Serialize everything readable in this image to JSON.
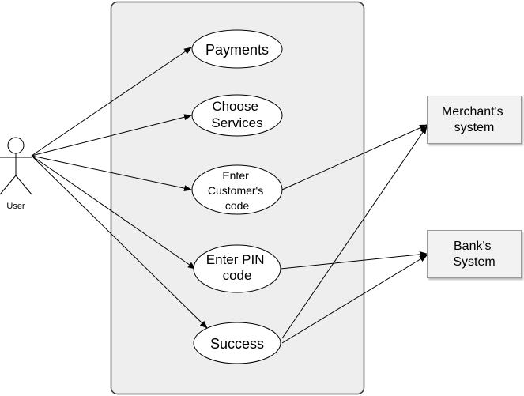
{
  "actors": {
    "user": {
      "label": "User"
    }
  },
  "use_cases": {
    "payments": {
      "lines": [
        "Payments"
      ]
    },
    "choose_services": {
      "lines": [
        "Choose",
        "Services"
      ]
    },
    "enter_customer_code": {
      "lines": [
        "Enter",
        "Customer's",
        "code"
      ]
    },
    "enter_pin_code": {
      "lines": [
        "Enter PIN",
        "code"
      ]
    },
    "success": {
      "lines": [
        "Success"
      ]
    }
  },
  "external_systems": {
    "merchant": {
      "lines": [
        "Merchant's",
        "system"
      ]
    },
    "bank": {
      "lines": [
        "Bank's",
        "System"
      ]
    }
  },
  "colors": {
    "boundary_fill": "#eeeeee",
    "boundary_stroke": "#333333",
    "line": "#000000",
    "box_fill": "#f2f2f2",
    "box_stroke": "#999999"
  }
}
